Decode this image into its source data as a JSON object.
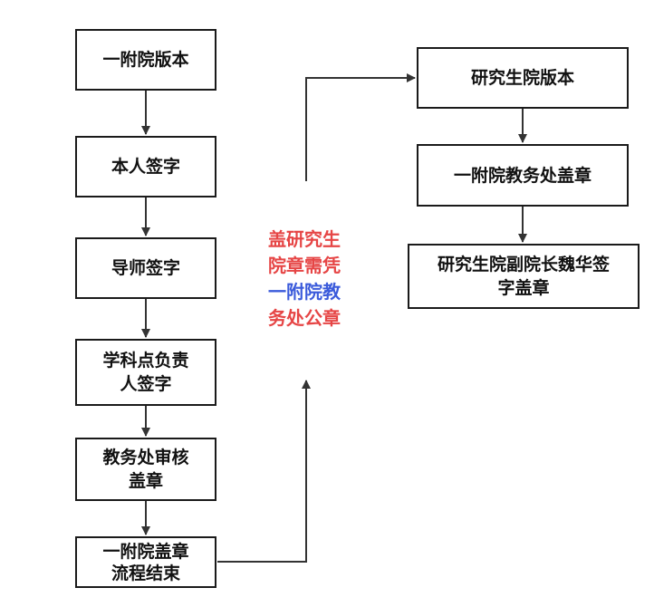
{
  "left_column": [
    {
      "label": "一附院版本"
    },
    {
      "label": "本人签字"
    },
    {
      "label": "导师签字"
    },
    {
      "label": "学科点负责人签字",
      "lines": [
        "学科点负责",
        "人签字"
      ]
    },
    {
      "label": "教务处审核盖章",
      "lines": [
        "教务处审核",
        "盖章"
      ]
    },
    {
      "label": "一附院盖章流程结束",
      "lines": [
        "一附院盖章",
        "流程结束"
      ]
    }
  ],
  "right_column": [
    {
      "label": "研究生院版本"
    },
    {
      "label": "一附院教务处盖章"
    },
    {
      "label": "研究生院副院长魏华签字盖章",
      "lines": [
        "研究生院副院长魏华签",
        "字盖章"
      ]
    }
  ],
  "note": {
    "line1": "盖研究生",
    "line2": "院章需凭",
    "line3": "一附院教",
    "line4": "务处公章",
    "colors": {
      "red": "#e64545",
      "blue": "#3b5bdb"
    }
  },
  "colors": {
    "border": "#1a1a1a",
    "arrow": "#333333",
    "text": "#111111"
  }
}
